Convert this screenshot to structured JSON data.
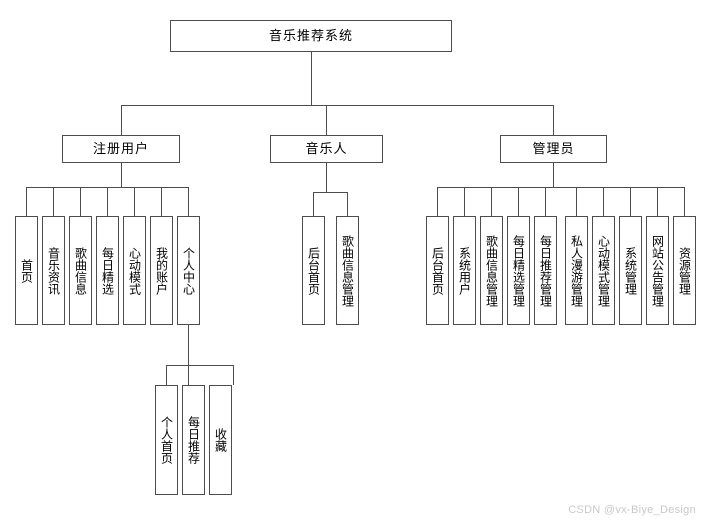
{
  "diagram": {
    "title": "音乐推荐系统",
    "type": "tree",
    "root": {
      "label": "音乐推荐系统"
    },
    "roles": [
      {
        "label": "注册用户"
      },
      {
        "label": "音乐人"
      },
      {
        "label": "管理员"
      }
    ],
    "registered_user_children": [
      {
        "label": "首页"
      },
      {
        "label": "音乐资讯"
      },
      {
        "label": "歌曲信息"
      },
      {
        "label": "每日精选"
      },
      {
        "label": "心动模式"
      },
      {
        "label": "我的账户"
      },
      {
        "label": "个人中心"
      }
    ],
    "personal_center_children": [
      {
        "label": "个人首页"
      },
      {
        "label": "每日推荐"
      },
      {
        "label": "收藏"
      }
    ],
    "musician_children": [
      {
        "label": "后台首页"
      },
      {
        "label": "歌曲信息管理"
      }
    ],
    "admin_children": [
      {
        "label": "后台首页"
      },
      {
        "label": "系统用户"
      },
      {
        "label": "歌曲信息管理"
      },
      {
        "label": "每日精选管理"
      },
      {
        "label": "每日推荐管理"
      },
      {
        "label": "私人漫游管理"
      },
      {
        "label": "心动模式管理"
      },
      {
        "label": "系统管理"
      },
      {
        "label": "网站公告管理"
      },
      {
        "label": "资源管理"
      }
    ],
    "colors": {
      "line": "#4d4d4d",
      "text": "#000000",
      "background": "#ffffff",
      "watermark": "#c9c9c9"
    }
  },
  "watermark": {
    "text": "CSDN @vx-Biye_Design"
  }
}
